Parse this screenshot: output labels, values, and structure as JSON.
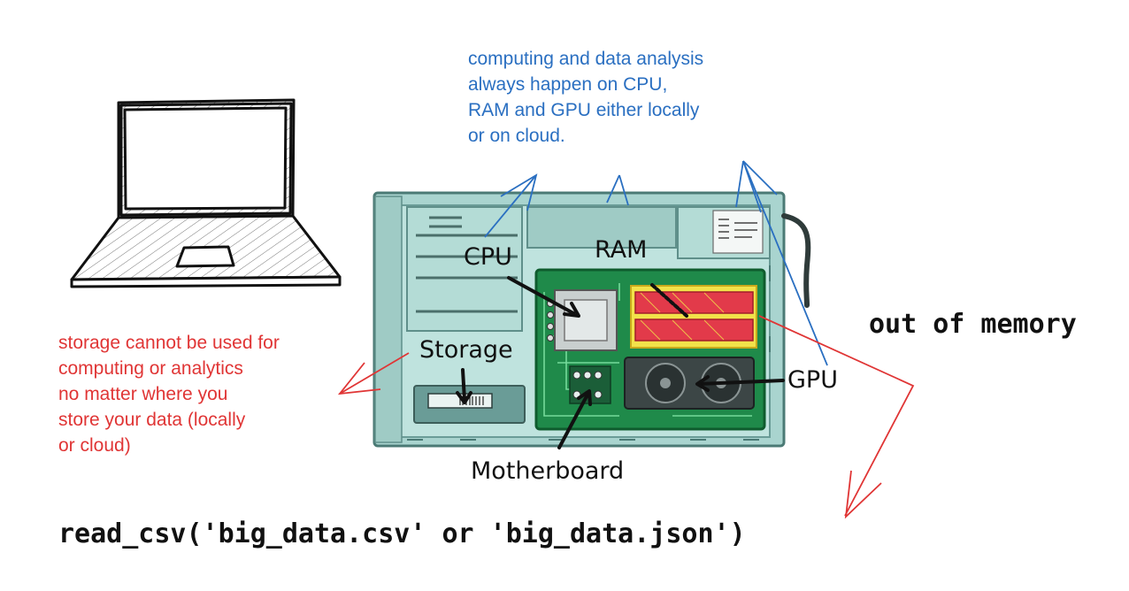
{
  "notes": {
    "blue_lines": [
      "computing and data analysis",
      "always happen on CPU,",
      "RAM and GPU either locally",
      "or on cloud."
    ],
    "red_lines": [
      "storage cannot be used for",
      "computing or analytics",
      "no matter where you",
      "store your data (locally",
      "or cloud)"
    ]
  },
  "components": {
    "cpu": "CPU",
    "ram": "RAM",
    "storage": "Storage",
    "gpu": "GPU",
    "motherboard": "Motherboard"
  },
  "code": {
    "error": "out of memory",
    "call": "read_csv('big_data.csv' or 'big_data.json')"
  },
  "colors": {
    "annotation_blue": "#2a6fc1",
    "annotation_red": "#e03535",
    "case_teal": "#a9d4cf",
    "board_green": "#1f8a4a",
    "ram_red": "#e23a4a"
  },
  "icons": [
    "laptop-icon",
    "computer-case-illustration"
  ]
}
